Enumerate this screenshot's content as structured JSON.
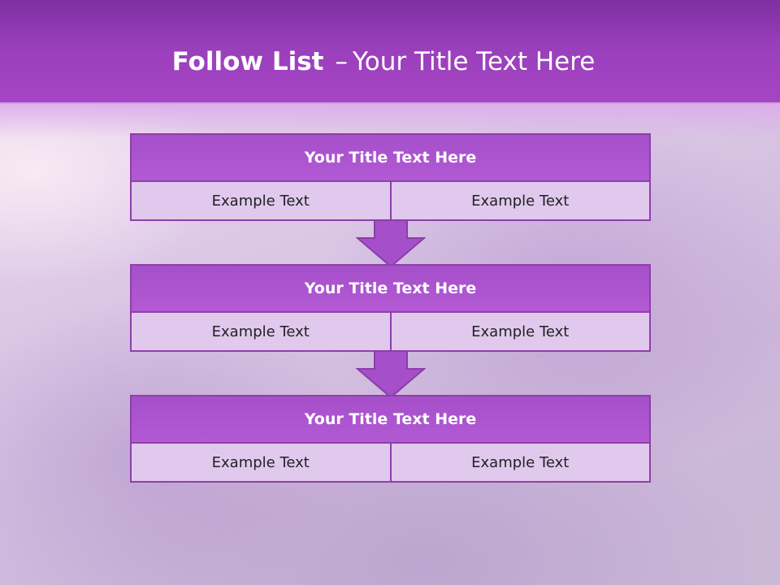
{
  "slide": {
    "title_bold": "Follow List",
    "title_dash": "–",
    "title_rest": "Your Title Text Here"
  },
  "blocks": [
    {
      "title": "Your Title Text Here",
      "cells": [
        "Example Text",
        "Example Text"
      ]
    },
    {
      "title": "Your Title Text Here",
      "cells": [
        "Example Text",
        "Example Text"
      ]
    },
    {
      "title": "Your Title Text Here",
      "cells": [
        "Example Text",
        "Example Text"
      ]
    }
  ],
  "colors": {
    "header": "#9a3fbb",
    "block_title": "#b05ad2",
    "block_cell": "#e1c9ee",
    "border": "#8e3fa8",
    "arrow": "#a64fca"
  },
  "icons": [
    "down-arrow-icon",
    "down-arrow-icon"
  ]
}
